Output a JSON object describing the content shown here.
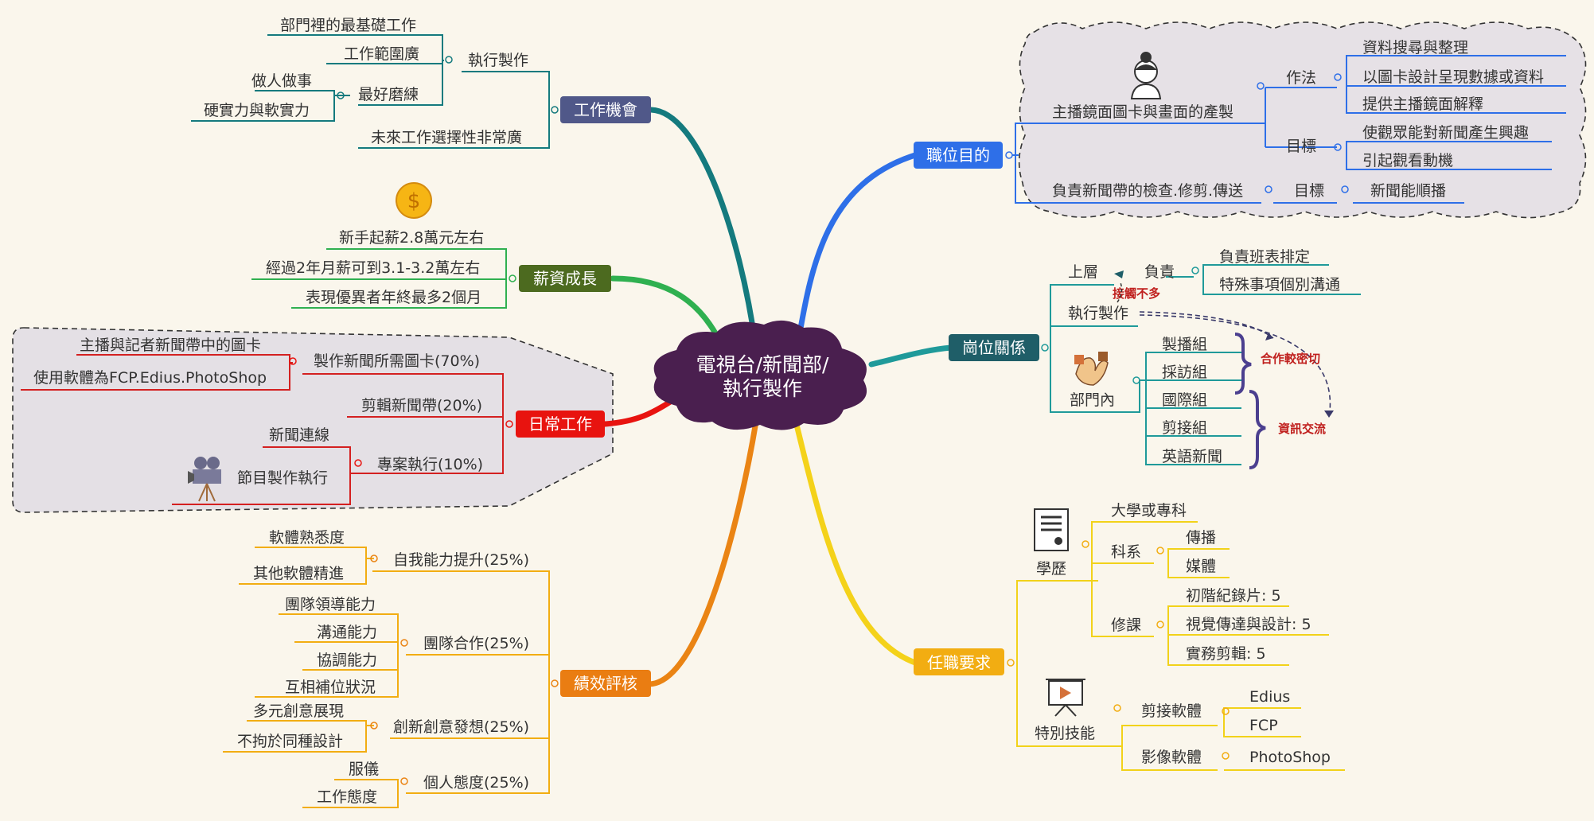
{
  "center": {
    "line1": "電視台/新聞部/",
    "line2": "執行製作"
  },
  "colors": {
    "center": "#4a1f4f",
    "job_purpose": "#2e6fe8",
    "relations": "#1f5e68",
    "requirements": "#f2ad12",
    "performance": "#ea7d12",
    "daily": "#e8130f",
    "salary": "#4c6a1f",
    "opportunity": "#505889"
  },
  "branches": {
    "job_purpose": {
      "label": "職位目的",
      "item1": {
        "label": "主播鏡面圖卡與畫面的產製",
        "method": {
          "label": "作法",
          "items": [
            "資料搜尋與整理",
            "以圖卡設計呈現數據或資料",
            "提供主播鏡面解釋"
          ]
        },
        "goal": {
          "label": "目標",
          "items": [
            "使觀眾能對新聞產生興趣",
            "引起觀看動機"
          ]
        }
      },
      "item2": {
        "label": "負責新聞帶的檢查.修剪.傳送",
        "goal_label": "目標",
        "goal": "新聞能順播"
      }
    },
    "relations": {
      "label": "崗位關係",
      "superior": {
        "label": "上層",
        "duty_label": "負責",
        "items": [
          "負責班表排定",
          "特殊事項個別溝通"
        ]
      },
      "little_contact": "接觸不多",
      "self": "執行製作",
      "internal": {
        "label": "部門內",
        "items": [
          "製播組",
          "採訪組",
          "國際組",
          "剪接組",
          "英語新聞"
        ]
      },
      "close_coop": "合作較密切",
      "info_exchange": "資訊交流"
    },
    "requirements": {
      "label": "任職要求",
      "education": {
        "label": "學歷",
        "degree": "大學或專科",
        "dept": {
          "label": "科系",
          "items": [
            "傳播",
            "媒體"
          ]
        },
        "courses": {
          "label": "修課",
          "items": [
            "初階紀錄片: 5",
            "視覺傳達與設計: 5",
            "實務剪輯: 5"
          ]
        }
      },
      "skills": {
        "label": "特別技能",
        "editing": {
          "label": "剪接軟體",
          "items": [
            "Edius",
            "FCP"
          ]
        },
        "image": {
          "label": "影像軟體",
          "items": [
            "PhotoShop"
          ]
        }
      }
    },
    "performance": {
      "label": "績效評核",
      "self": {
        "label": "自我能力提升(25%)",
        "items": [
          "軟體熟悉度",
          "其他軟體精進"
        ]
      },
      "team": {
        "label": "團隊合作(25%)",
        "items": [
          "團隊領導能力",
          "溝通能力",
          "協調能力",
          "互相補位狀況"
        ]
      },
      "creative": {
        "label": "創新創意發想(25%)",
        "items": [
          "多元創意展現",
          "不拘於同種設計"
        ]
      },
      "attitude": {
        "label": "個人態度(25%)",
        "items": [
          "服儀",
          "工作態度"
        ]
      }
    },
    "daily": {
      "label": "日常工作",
      "card": {
        "label": "製作新聞所需圖卡(70%)",
        "items": [
          "主播與記者新聞帶中的圖卡",
          "使用軟體為FCP.Edius.PhotoShop"
        ]
      },
      "edit": {
        "label": "剪輯新聞帶(20%)"
      },
      "project": {
        "label": "專案執行(10%)",
        "items": [
          "新聞連線",
          "節目製作執行"
        ]
      }
    },
    "salary": {
      "label": "薪資成長",
      "items": [
        "新手起薪2.8萬元左右",
        "經過2年月薪可到3.1-3.2萬左右",
        "表現優異者年終最多2個月"
      ]
    },
    "opportunity": {
      "label": "工作機會",
      "exec": {
        "label": "執行製作",
        "items": [
          "部門裡的最基礎工作",
          "工作範圍廣"
        ]
      },
      "train": {
        "label": "最好磨練",
        "items": [
          "做人做事",
          "硬實力與軟實力"
        ]
      },
      "future": "未來工作選擇性非常廣"
    }
  }
}
